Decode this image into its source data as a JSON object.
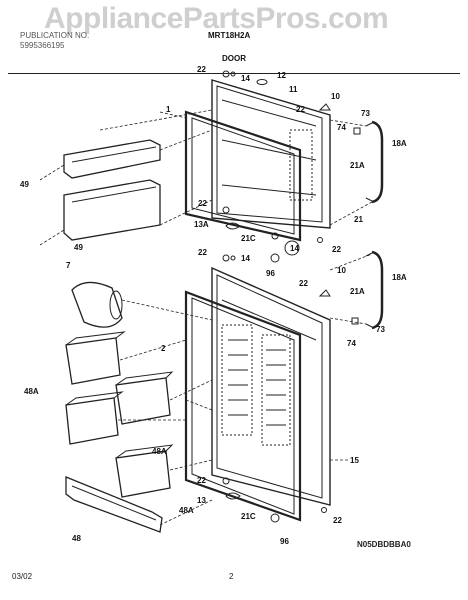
{
  "watermark": "AppliancePartsPros.com",
  "header": {
    "left_line1": "PUBLICATION NO.",
    "left_line2": "5995366195",
    "model": "MRT18H2A",
    "section": "DOOR"
  },
  "footer": {
    "date": "03/02",
    "page": "2",
    "code": "N05DBDBBA0"
  },
  "callouts": [
    "22",
    "14",
    "12",
    "11",
    "10",
    "22",
    "73",
    "74",
    "18A",
    "1",
    "21A",
    "49",
    "22",
    "21",
    "13A",
    "21C",
    "22",
    "49",
    "22",
    "14",
    "14",
    "96",
    "22",
    "10",
    "18A",
    "21A",
    "7",
    "2",
    "73",
    "74",
    "48A",
    "48A",
    "15",
    "22",
    "13",
    "21C",
    "48A",
    "22",
    "96",
    "48"
  ]
}
